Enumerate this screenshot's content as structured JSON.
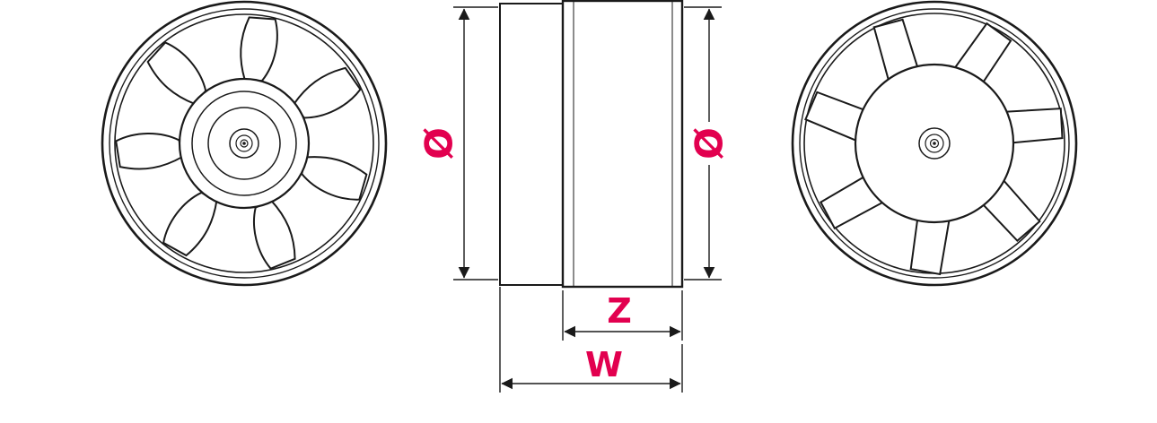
{
  "diagram": {
    "description": "inline-duct-fan-dimension-drawing",
    "labels": {
      "diameter_left": "Ø",
      "diameter_right": "Ø",
      "depth_z": "Z",
      "width_w": "W"
    },
    "accent_color": "#e2004f",
    "line_color": "#1a1a1a"
  }
}
